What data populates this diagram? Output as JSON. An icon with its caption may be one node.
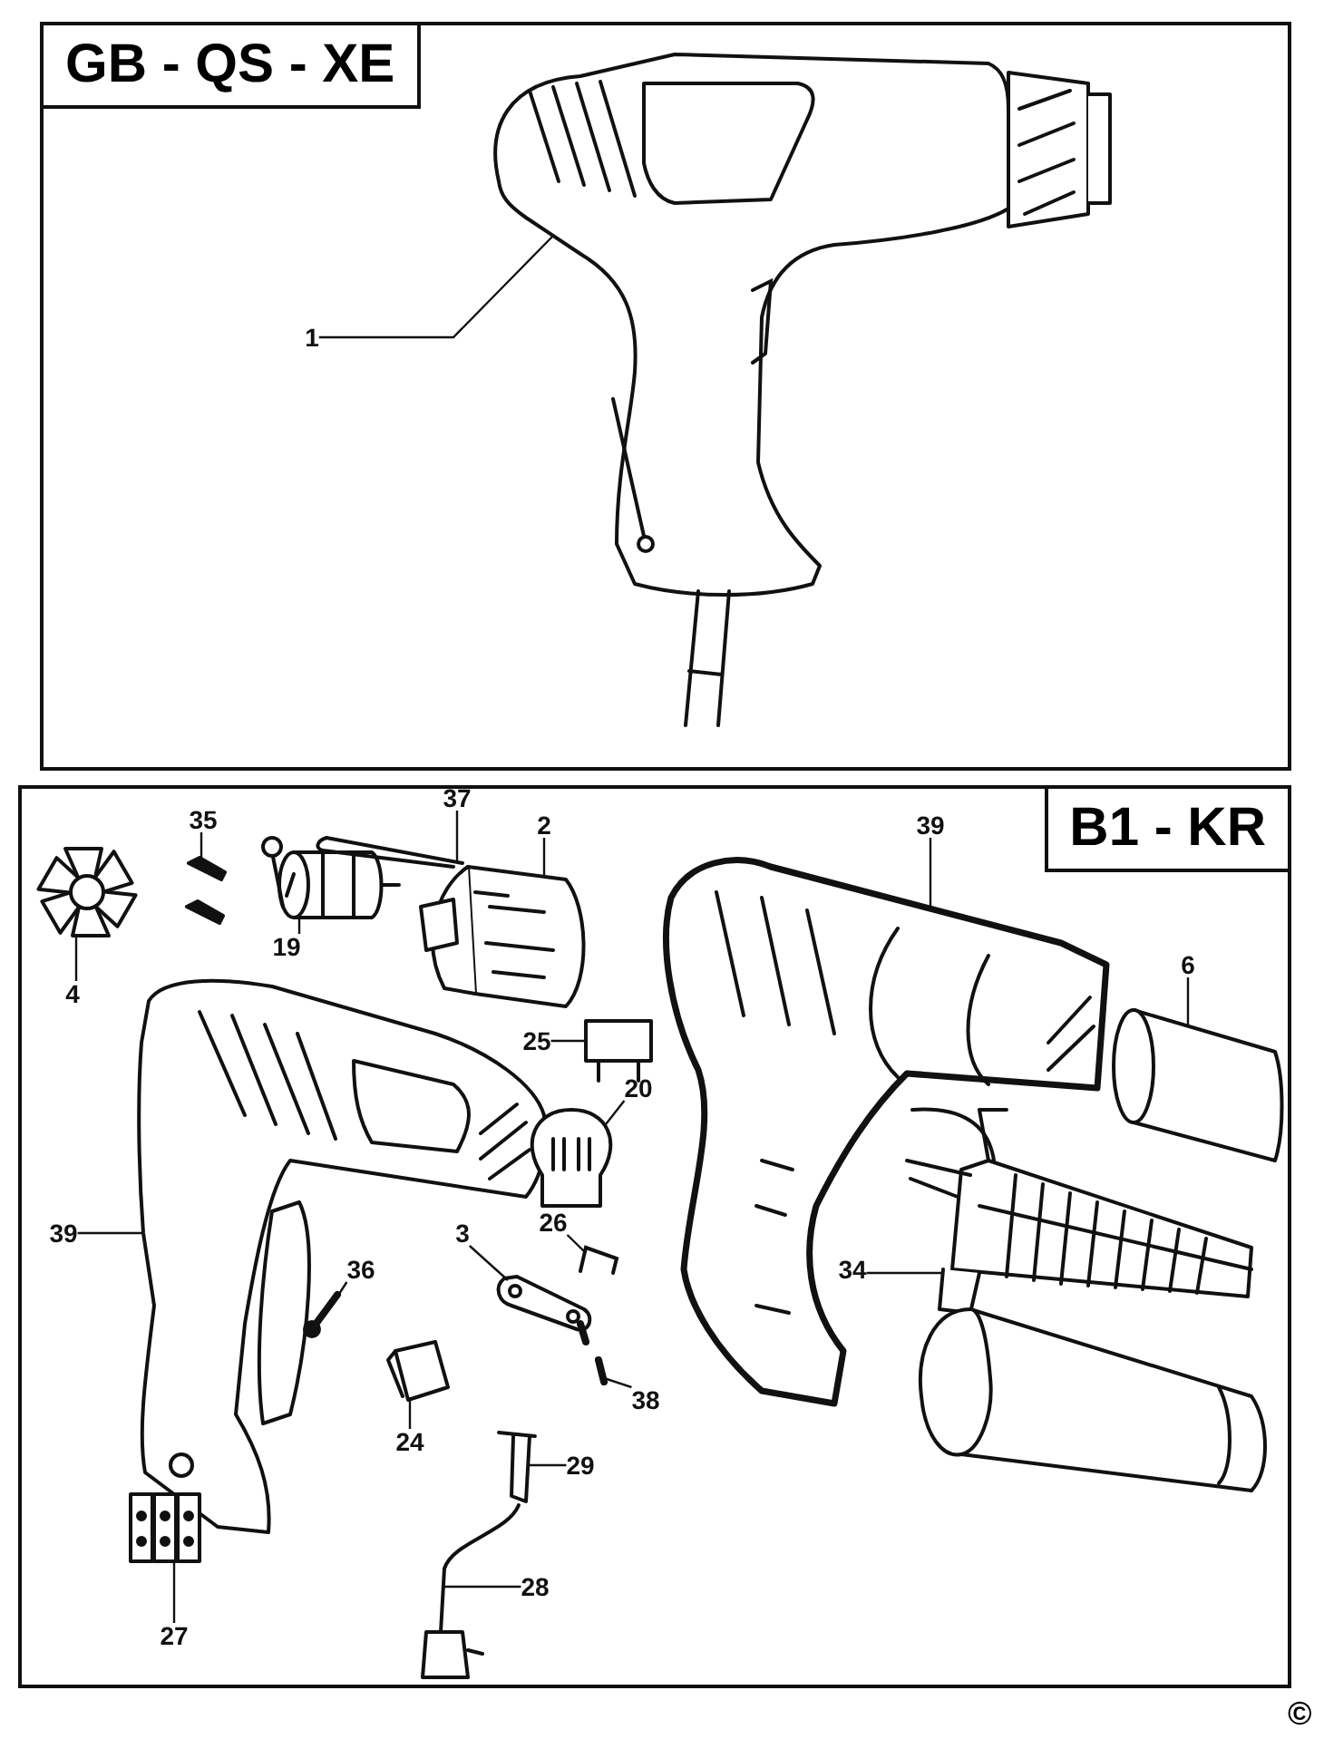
{
  "diagram": {
    "nodes": [
      {
        "text": [
          "GB - QS - XE"
        ]
      },
      {
        "text": [
          "1"
        ],
        "in": 0
      },
      {
        "text": [],
        "shape": "picture",
        "in": 0
      },
      {
        "text": [
          "B1 - KR"
        ]
      },
      {
        "text": [
          "35"
        ],
        "in": 3
      },
      {
        "text": [
          "37"
        ],
        "in": 3
      },
      {
        "text": [
          "2"
        ],
        "in": 3
      },
      {
        "text": [
          "39"
        ],
        "in": 3
      },
      {
        "text": [
          "4"
        ],
        "in": 3
      },
      {
        "text": [
          "19"
        ],
        "in": 3
      },
      {
        "text": [
          "25"
        ],
        "in": 3
      },
      {
        "text": [
          "20"
        ],
        "in": 3
      },
      {
        "text": [
          "6"
        ],
        "in": 3
      },
      {
        "text": [
          "39"
        ],
        "in": 3
      },
      {
        "text": [
          "36"
        ],
        "in": 3
      },
      {
        "text": [
          "3"
        ],
        "in": 3
      },
      {
        "text": [
          "26"
        ],
        "in": 3
      },
      {
        "text": [
          "34"
        ],
        "in": 3
      },
      {
        "text": [
          "24"
        ],
        "in": 3
      },
      {
        "text": [
          "38"
        ],
        "in": 3
      },
      {
        "text": [
          "29"
        ],
        "in": 3
      },
      {
        "text": [
          "28"
        ],
        "in": 3
      },
      {
        "text": [
          "27"
        ],
        "in": 3
      },
      {
        "text": [],
        "shape": "picture",
        "in": 3
      },
      {
        "text": [],
        "shape": "picture",
        "in": 3
      },
      {
        "text": [],
        "shape": "picture",
        "in": 3
      },
      {
        "text": [],
        "shape": "picture",
        "in": 3
      },
      {
        "text": [],
        "shape": "picture",
        "in": 3
      },
      {
        "text": [],
        "shape": "picture",
        "in": 3
      },
      {
        "text": [],
        "shape": "picture",
        "in": 3
      },
      {
        "text": [],
        "shape": "picture",
        "in": 3
      },
      {
        "text": [],
        "shape": "picture",
        "in": 3
      },
      {
        "text": [],
        "shape": "picture",
        "in": 3
      },
      {
        "text": [],
        "shape": "picture",
        "in": 3
      },
      {
        "text": [],
        "shape": "picture",
        "in": 3
      },
      {
        "text": [],
        "shape": "picture",
        "in": 3
      },
      {
        "text": [],
        "shape": "picture",
        "in": 3
      },
      {
        "text": [],
        "shape": "picture",
        "in": 3
      },
      {
        "text": [],
        "shape": "picture",
        "in": 3
      },
      {
        "text": [],
        "shape": "picture",
        "in": 3
      },
      {
        "text": [],
        "shape": "picture",
        "in": 3
      },
      {
        "text": [],
        "shape": "picture",
        "in": 3
      }
    ],
    "edges": [
      {
        "from": 1,
        "to": 2,
        "arrow": "none"
      },
      {
        "from": 4,
        "to": 24,
        "arrow": "none"
      },
      {
        "from": 5,
        "to": 26,
        "arrow": "none"
      },
      {
        "from": 6,
        "to": 27,
        "arrow": "none"
      },
      {
        "from": 7,
        "to": 28,
        "arrow": "none"
      },
      {
        "from": 8,
        "to": 23,
        "arrow": "none"
      },
      {
        "from": 9,
        "to": 25,
        "arrow": "none"
      },
      {
        "from": 10,
        "to": 30,
        "arrow": "none"
      },
      {
        "from": 11,
        "to": 31,
        "arrow": "none"
      },
      {
        "from": 12,
        "to": 32,
        "arrow": "none"
      },
      {
        "from": 13,
        "to": 29,
        "arrow": "none"
      },
      {
        "from": 14,
        "to": 35,
        "arrow": "none"
      },
      {
        "from": 15,
        "to": 36,
        "arrow": "none"
      },
      {
        "from": 16,
        "to": 33,
        "arrow": "none"
      },
      {
        "from": 17,
        "to": 34,
        "arrow": "none"
      },
      {
        "from": 18,
        "to": 37,
        "arrow": "none"
      },
      {
        "from": 19,
        "to": 38,
        "arrow": "none"
      },
      {
        "from": 20,
        "to": 39,
        "arrow": "none"
      },
      {
        "from": 21,
        "to": 40,
        "arrow": "none"
      },
      {
        "from": 22,
        "to": 41,
        "arrow": "none"
      }
    ],
    "labels": [
      "©"
    ]
  }
}
